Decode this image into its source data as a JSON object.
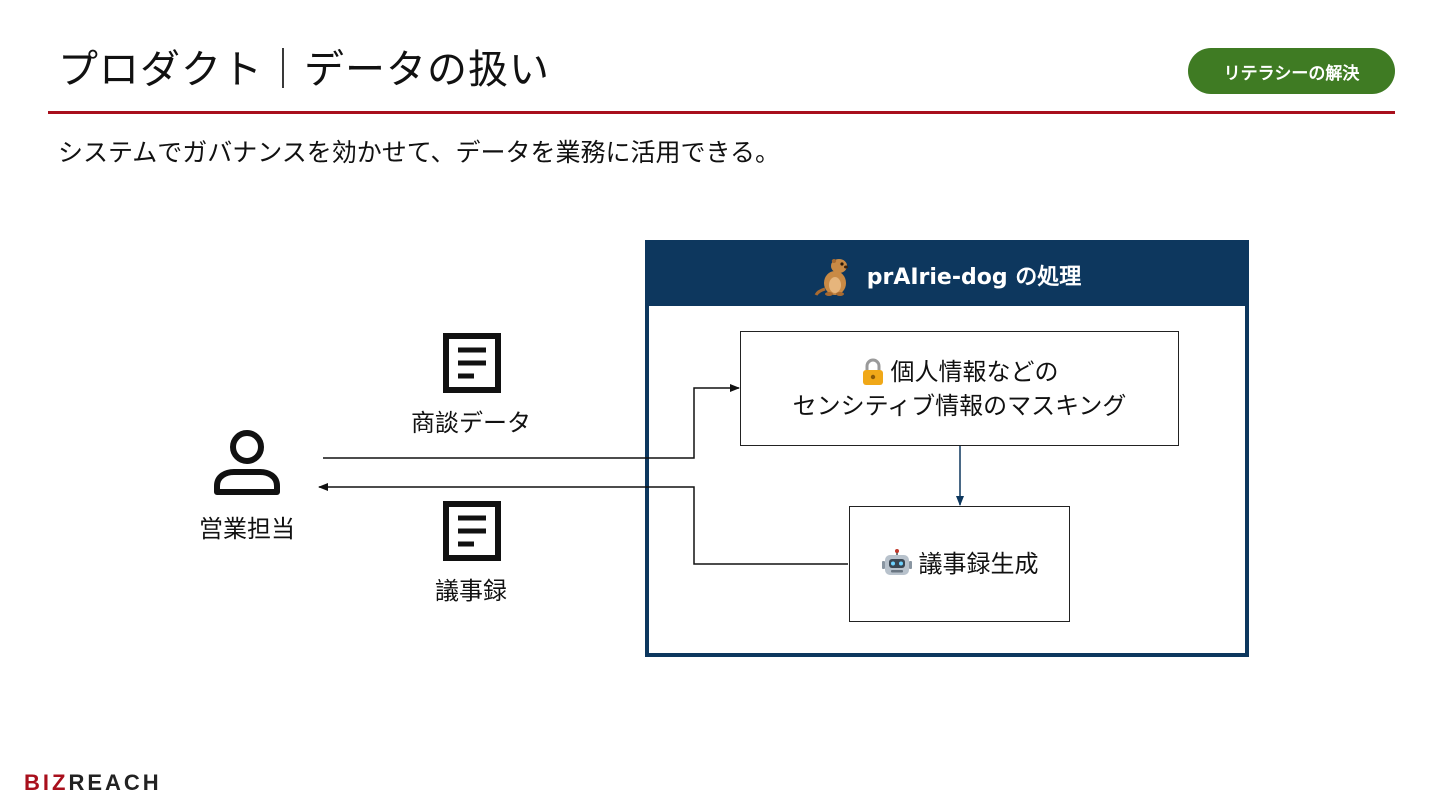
{
  "header": {
    "title": "プロダクト｜データの扱い",
    "badge": "リテラシーの解決"
  },
  "subtitle": "システムでガバナンスを効かせて、データを業務に活用できる。",
  "diagram": {
    "actor": {
      "label": "営業担当",
      "icon": "person-icon"
    },
    "input_document": {
      "label": "商談データ",
      "icon": "document-icon"
    },
    "output_document": {
      "label": "議事録",
      "icon": "document-icon"
    },
    "panel": {
      "title": "prAIrie-dog の処理",
      "icon": "prairie-dog-icon",
      "mask_step": {
        "icon": "lock-icon",
        "line1": "個人情報などの",
        "line2": "センシティブ情報のマスキング"
      },
      "minutes_step": {
        "icon": "robot-icon",
        "label": "議事録生成"
      }
    },
    "colors": {
      "accent_red": "#a80f1c",
      "panel_navy": "#0d375e",
      "badge_green": "#3f7b23"
    }
  },
  "footer": {
    "logo_text": "BIZREACH"
  }
}
